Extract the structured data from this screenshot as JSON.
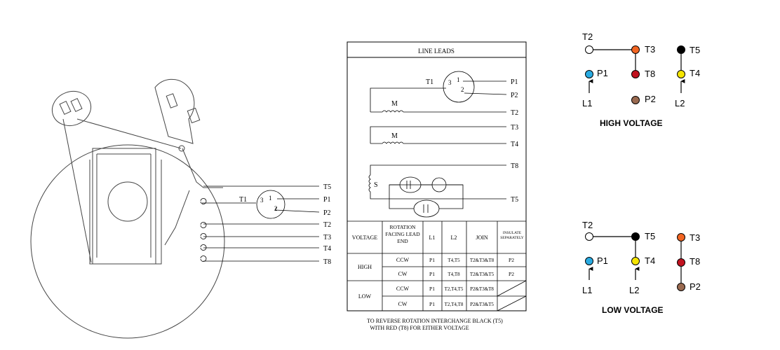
{
  "motor_diagram": {
    "leads": [
      "T5",
      "P1",
      "P2",
      "T2",
      "T3",
      "T4",
      "T8"
    ],
    "switch_label": "T1",
    "switch_numbers": [
      "3",
      "1",
      "2"
    ]
  },
  "line_leads": {
    "title": "LINE LEADS",
    "switch_label": "T1",
    "switch_numbers": [
      "3",
      "1",
      "2"
    ],
    "right_labels": [
      "P1",
      "P2",
      "T2",
      "T3",
      "T4",
      "T8",
      "T5"
    ],
    "coil_labels": [
      "M",
      "M",
      "S"
    ]
  },
  "table": {
    "headers": [
      "VOLTAGE",
      "ROTATION FACING LEAD END",
      "L1",
      "L2",
      "JOIN",
      "INSULATE SEPARATELY"
    ],
    "rows": [
      {
        "voltage": "HIGH",
        "rotation": "CCW",
        "l1": "P1",
        "l2": "T4,T5",
        "join": "T2&T3&T8",
        "insulate": "P2"
      },
      {
        "voltage": "",
        "rotation": "CW",
        "l1": "P1",
        "l2": "T4,T8",
        "join": "T2&T3&T5",
        "insulate": "P2"
      },
      {
        "voltage": "LOW",
        "rotation": "CCW",
        "l1": "P1",
        "l2": "T2,T4,T5",
        "join": "P2&T3&T8",
        "insulate": ""
      },
      {
        "voltage": "",
        "rotation": "CW",
        "l1": "P1",
        "l2": "T2,T4,T8",
        "join": "P2&T3&T5",
        "insulate": ""
      }
    ],
    "note_line1": "TO REVERSE ROTATION INTERCHANGE BLACK (T5)",
    "note_line2": "WITH RED (T8) FOR EITHER VOLTAGE"
  },
  "high_voltage": {
    "title": "HIGH VOLTAGE",
    "labels": {
      "t2": "T2",
      "t3": "T3",
      "t5": "T5",
      "p1": "P1",
      "t8": "T8",
      "t4": "T4",
      "p2": "P2",
      "l1": "L1",
      "l2": "L2"
    }
  },
  "low_voltage": {
    "title": "LOW VOLTAGE",
    "labels": {
      "t2": "T2",
      "t5": "T5",
      "t3": "T3",
      "p1": "P1",
      "t4": "T4",
      "t8": "T8",
      "p2": "P2",
      "l1": "L1",
      "l2": "L2"
    }
  },
  "colors": {
    "white": "#ffffff",
    "blue": "#29abe2",
    "orange": "#f26522",
    "red": "#c1121f",
    "black": "#000000",
    "yellow": "#f5e500",
    "brown": "#9a6a50"
  }
}
